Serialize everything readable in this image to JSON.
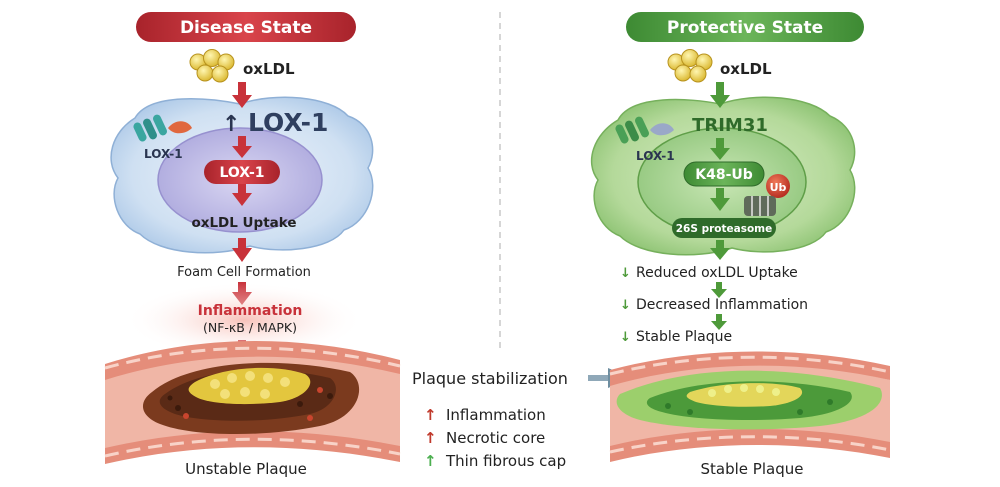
{
  "disease": {
    "header": "Disease State",
    "oxldl": "oxLDL",
    "up_arrow": "↑",
    "lox1_big": "LOX-1",
    "lox1_small": "LOX-1",
    "lox1_pill": "LOX-1",
    "uptake": "oxLDL Uptake",
    "foam": "Foam Cell Formation",
    "inflammation": "Inflammation",
    "pathways": "(NF-κB / MAPK)",
    "plaque_label": "Unstable Plaque"
  },
  "protective": {
    "header": "Protective State",
    "oxldl": "oxLDL",
    "trim31": "TRIM31",
    "lox1_small": "LOX-1",
    "k48": "K48-Ub",
    "ub": "Ub",
    "proteasome": "26S proteasome",
    "outcomes": [
      {
        "arrow": "↓",
        "text": "Reduced oxLDL Uptake"
      },
      {
        "arrow": "↓",
        "text": "Decreased Inflammation"
      },
      {
        "arrow": "↓",
        "text": "Stable Plaque"
      }
    ],
    "plaque_label": "Stable Plaque"
  },
  "center": {
    "stabilization": "Plaque stabilization",
    "features": [
      {
        "arrow": "↑",
        "text": "Inflammation",
        "color": "#c0392b"
      },
      {
        "arrow": "↑",
        "text": "Necrotic core",
        "color": "#c0392b"
      },
      {
        "arrow": "↑",
        "text": "Thin fibrous cap",
        "color": "#4caf50"
      }
    ]
  },
  "colors": {
    "disease_red": "#c8323a",
    "protective_green": "#4e9a3a",
    "dark_green": "#2f6b2a"
  }
}
